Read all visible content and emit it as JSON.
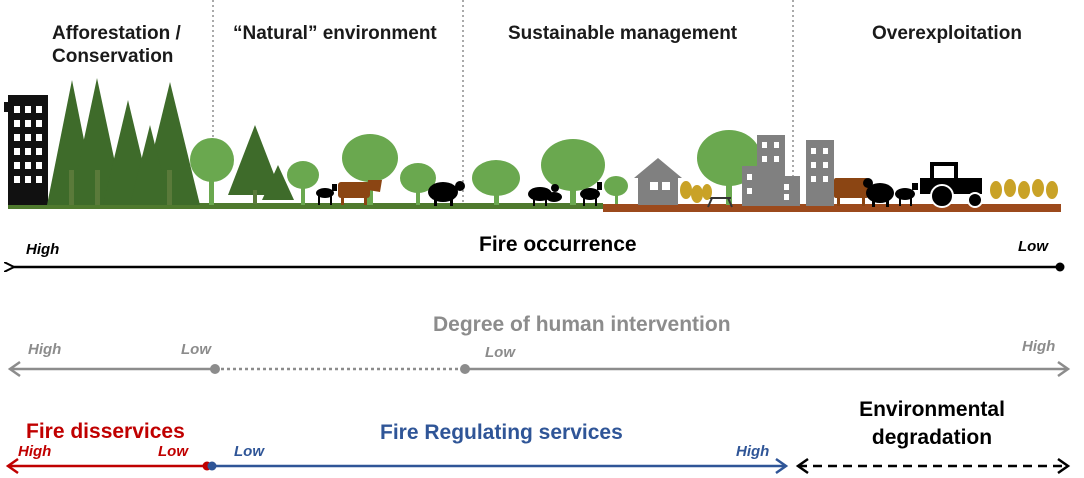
{
  "zones": [
    {
      "title": "Afforestation /",
      "title2": "Conservation"
    },
    {
      "title": "“Natural” environment"
    },
    {
      "title": "Sustainable management"
    },
    {
      "title": "Overexploitation"
    }
  ],
  "fire_occurrence": {
    "title": "Fire occurrence",
    "left": "High",
    "right": "Low"
  },
  "human_intervention": {
    "title": "Degree of human intervention",
    "left": "High",
    "mid1": "Low",
    "mid2": "Low",
    "right": "High"
  },
  "services": {
    "disservices": {
      "title": "Fire disservices",
      "left": "High",
      "right": "Low"
    },
    "regulating": {
      "title": "Fire Regulating services",
      "left": "Low",
      "right": "High"
    },
    "degradation": {
      "title": "Environmental",
      "title2": "degradation"
    }
  },
  "colors": {
    "dark_tree": "#3e6b2a",
    "light_tree": "#6aa84f",
    "building": "#7f7f7f",
    "cow": "#8b4513",
    "crop": "#c9a227",
    "soil": "#9c4a1c",
    "grass": "#4f7a2e",
    "black": "#000000",
    "gray_axis": "#8c8c8c",
    "red": "#c00000",
    "blue": "#2f5597"
  }
}
